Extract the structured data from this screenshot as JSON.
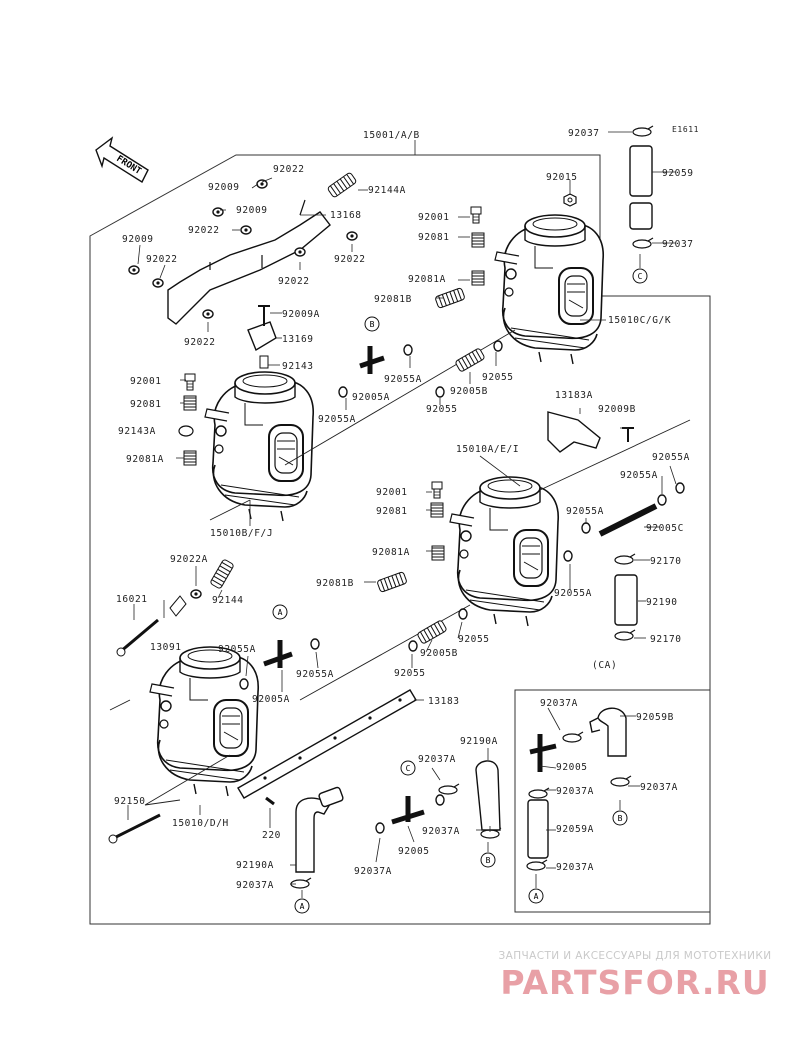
{
  "diagram": {
    "code": "E1611",
    "front_label": "FRONT",
    "cal_label": "(CA)",
    "labels": {
      "15001": "15001/A/B",
      "92037_tr": "92037",
      "92059_tr": "92059",
      "92037_tr2": "92037",
      "92015": "92015",
      "92009_a": "92009",
      "92022_a": "92022",
      "92009_b": "92009",
      "92144A": "92144A",
      "13168": "13168",
      "92009_c": "92009",
      "92022_b": "92022",
      "92022_c": "92022",
      "92022_d": "92022",
      "92022_e": "92022",
      "92022_f": "92022",
      "92009A": "92009A",
      "13169": "13169",
      "92143": "92143",
      "92001_a": "92001",
      "92081_a": "92081",
      "92081A_a": "92081A",
      "92081B_a": "92081B",
      "15010C": "15010C/G/K",
      "92055A_a": "92055A",
      "92005A_a": "92005A",
      "92055_a": "92055",
      "92005B_a": "92005B",
      "92055_b": "92055",
      "92055A_b": "92055A",
      "92001_b": "92001",
      "92081_b": "92081",
      "92143A": "92143A",
      "92081A_b": "92081A",
      "15010B": "15010B/F/J",
      "13183A": "13183A",
      "92009B": "92009B",
      "15010A": "15010A/E/I",
      "92055A_c": "92055A",
      "92055A_d": "92055A",
      "92001_c": "92001",
      "92081_c": "92081",
      "92055A_e": "92055A",
      "92005C": "92005C",
      "92081A_c": "92081A",
      "92170_a": "92170",
      "92081B_b": "92081B",
      "92055A_f": "92055A",
      "92190": "92190",
      "92022A": "92022A",
      "92144": "92144",
      "16021": "16021",
      "13091": "13091",
      "92055_c": "92055",
      "92005B_b": "92005B",
      "92170_b": "92170",
      "92055A_g": "92055A",
      "92055A_h": "92055A",
      "92005A_b": "92005A",
      "92055_d": "92055",
      "13183": "13183",
      "92037A_a": "92037A",
      "92059B": "92059B",
      "92190A_a": "92190A",
      "92005_a": "92005",
      "92037A_b": "92037A",
      "92037A_c": "92037A",
      "92037A_d": "92037A",
      "92059A": "92059A",
      "92150": "92150",
      "15010": "15010/D/H",
      "220": "220",
      "92005_b": "92005",
      "92037A_e": "92037A",
      "92190A_b": "92190A",
      "92037A_f": "92037A",
      "92037A_g": "92037A"
    },
    "callouts": {
      "a": "A",
      "b": "B",
      "c": "C"
    }
  },
  "watermark": {
    "tagline": "ЗАПЧАСТИ И АКСЕССУАРЫ ДЛЯ МОТОТЕХНИКИ",
    "brand": "PARTSFOR.RU"
  }
}
